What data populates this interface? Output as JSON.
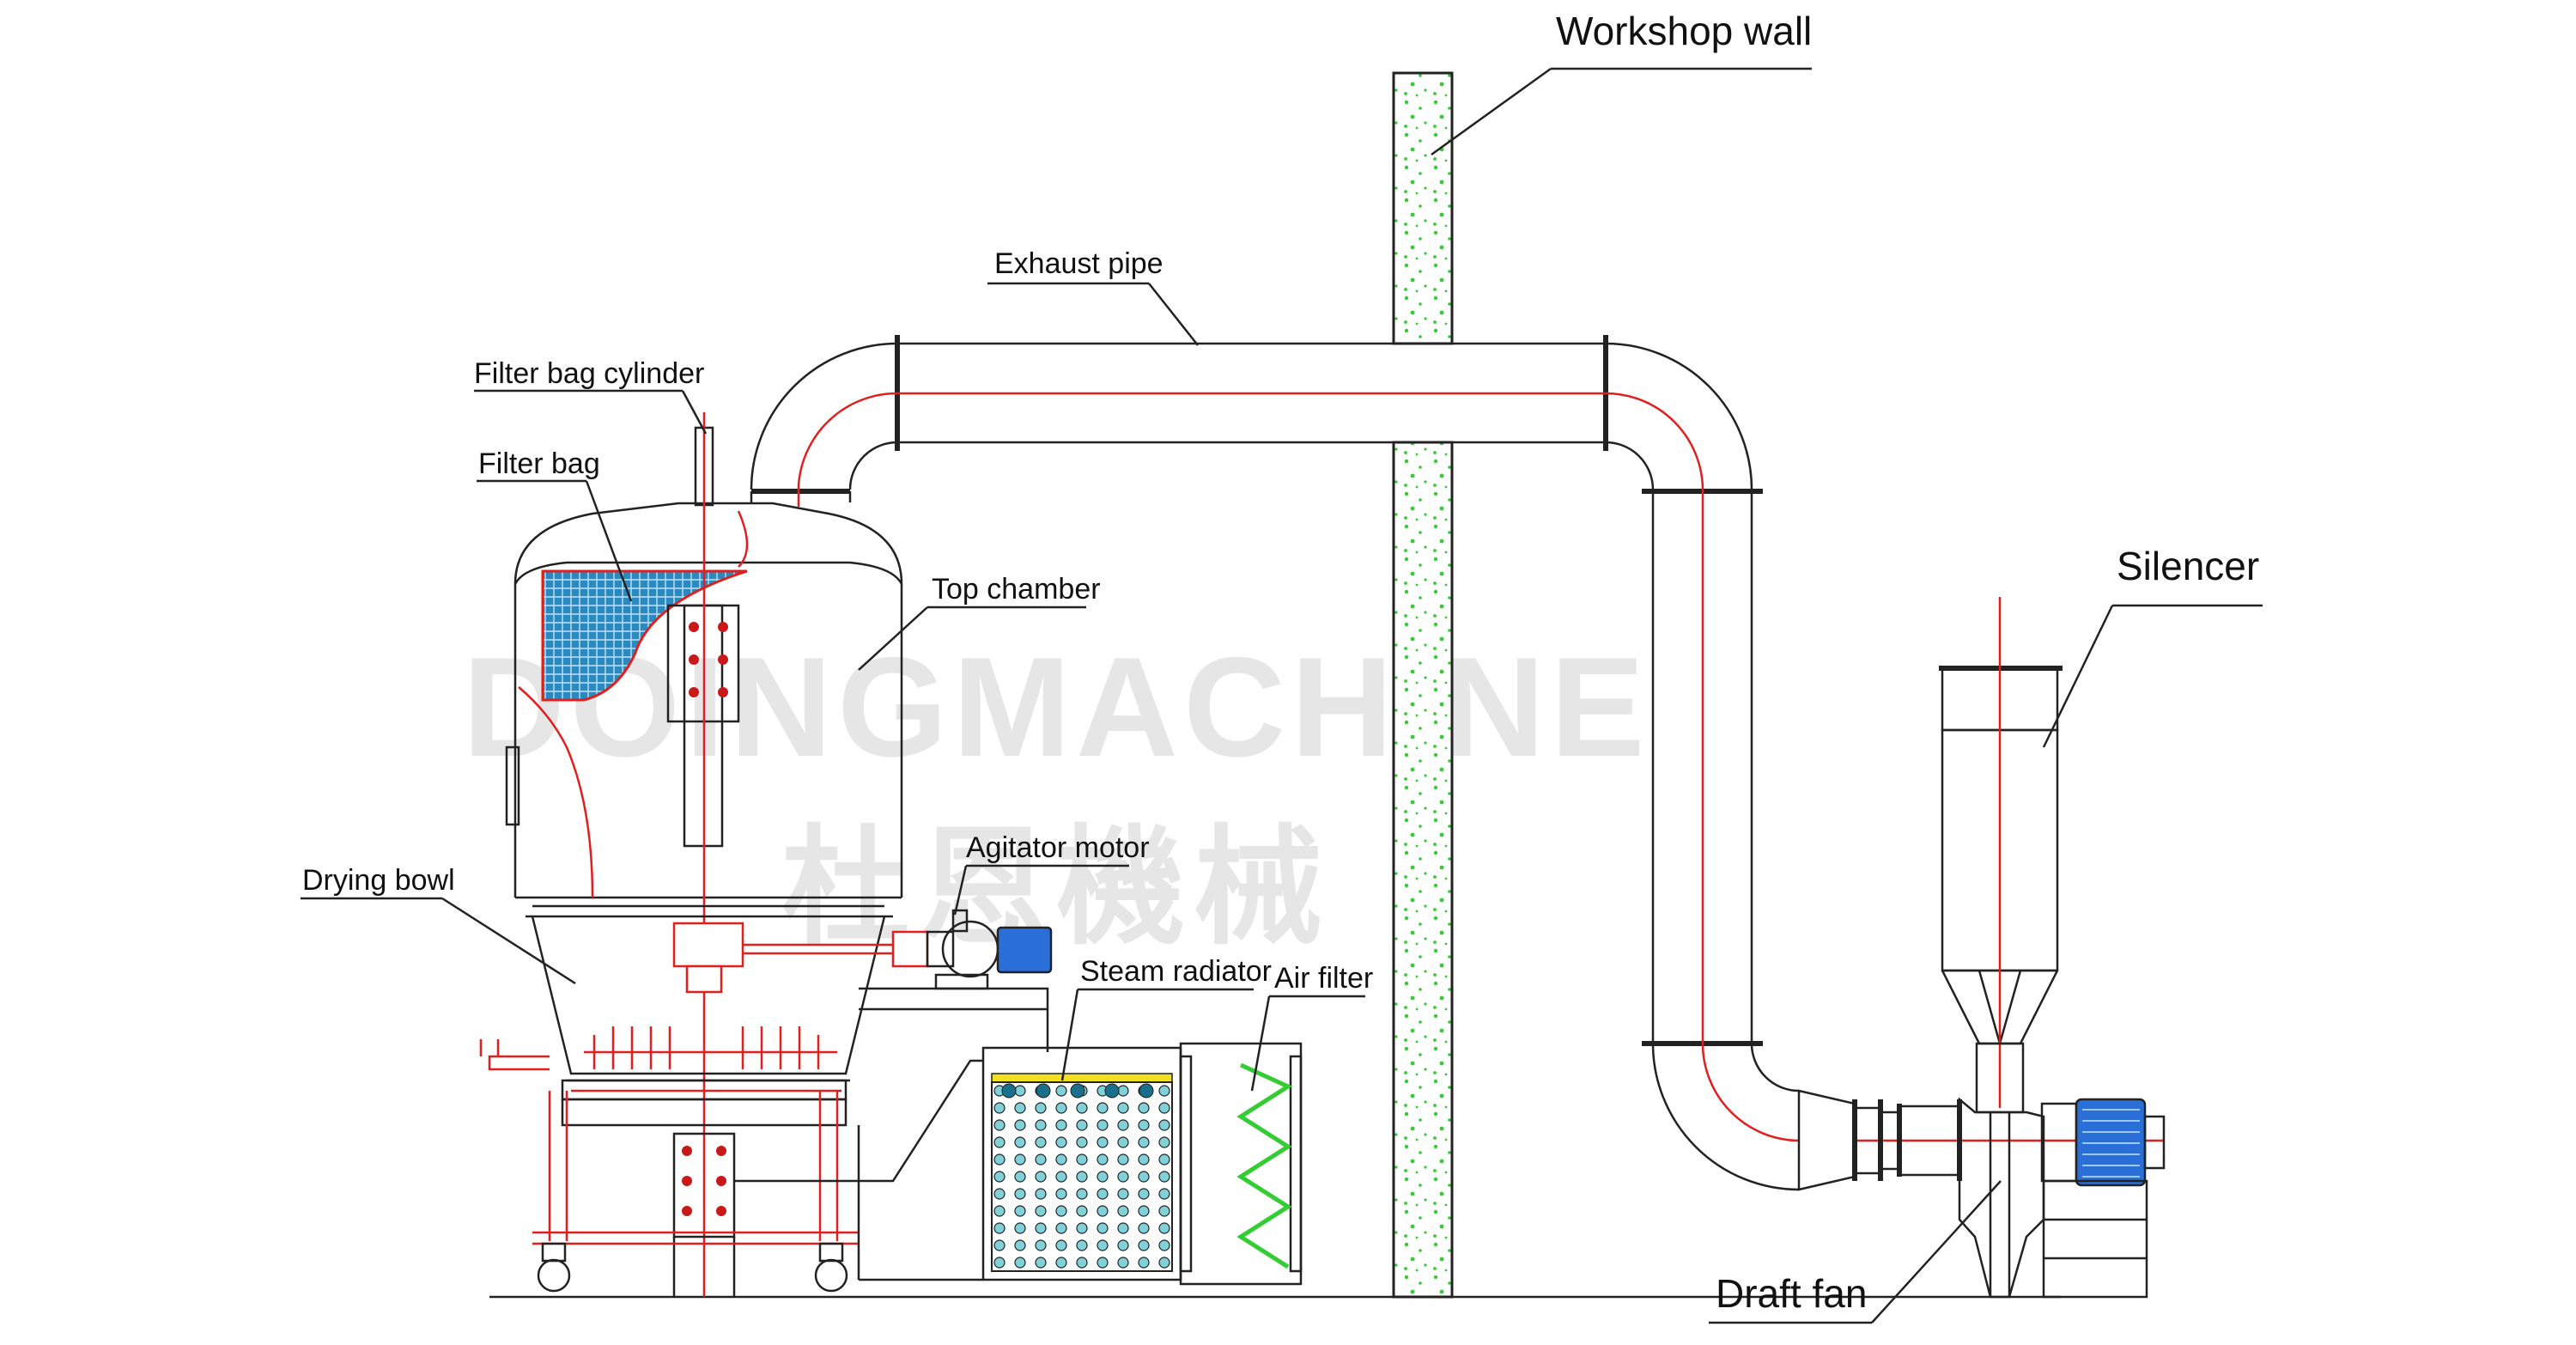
{
  "labels": {
    "workshop_wall": "Workshop wall",
    "exhaust_pipe": "Exhaust pipe",
    "filter_bag_cylinder": "Filter bag cylinder",
    "filter_bag": "Filter bag",
    "top_chamber": "Top chamber",
    "agitator_motor": "Agitator motor",
    "drying_bowl": "Drying bowl",
    "steam_radiator": "Steam radiator",
    "air_filter": "Air filter",
    "silencer": "Silencer",
    "draft_fan": "Draft fan"
  },
  "watermark": {
    "latin": "DOINGMACHINE",
    "chinese": "杜恩機械"
  },
  "colors": {
    "line": "#222222",
    "centerline": "#e0201e",
    "filter_bag": "#2a8ac0",
    "radiator": "#7fd0d8",
    "radiator_top": "#f0e020",
    "air_filter": "#33cc33",
    "motor": "#2a6fd8",
    "wall_speckle": "#33cc33",
    "watermark": "#e6e6e6"
  }
}
